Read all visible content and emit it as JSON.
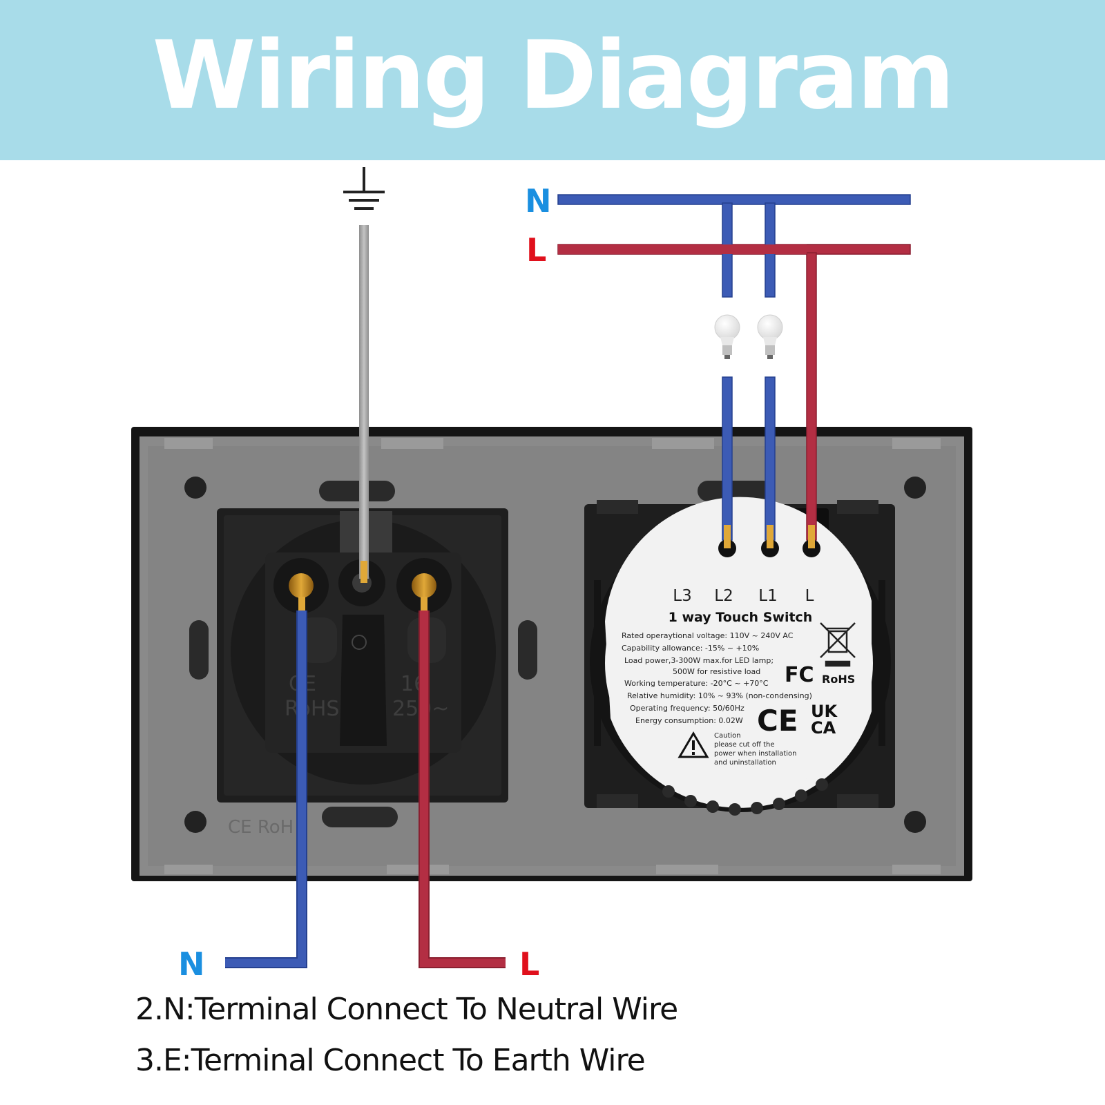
{
  "title": "Wiring Diagram",
  "supply": {
    "neutral_label": "N",
    "live_label": "L"
  },
  "socket_feed": {
    "neutral_label": "N",
    "live_label": "L"
  },
  "switch_label": {
    "terminals": [
      "L3",
      "L2",
      "L1",
      "L"
    ],
    "name": "1 way Touch Switch",
    "specs": [
      "Rated operaytional voltage: 110V ~ 240V AC",
      "Capability allowance: -15%  ~ +10%",
      "Load power,3-300W max.for LED lamp;",
      "500W for resistive load",
      "Working temperature: -20°C ~ +70°C",
      "Relative humidity: 10% ~ 93% (non-condensing)",
      "Operating frequency: 50/60Hz",
      "Energy consumption: 0.02W"
    ],
    "caution": [
      "Caution",
      "please cut off the",
      "power when installation",
      "and uninstallation"
    ],
    "marks": {
      "fc": "FC",
      "rohs": "RoHS",
      "ce": "CE",
      "ukca_top": "UK",
      "ukca_bottom": "CA"
    }
  },
  "socket_marks": {
    "left_top": "CE",
    "left_bottom": "RoHS",
    "right_top": "16",
    "right_bottom": "250~",
    "frame": "CE RoH"
  },
  "notes": [
    "2.N:Terminal Connect To Neutral Wire",
    "3.E:Terminal Connect To Earth Wire"
  ],
  "colors": {
    "banner": "#a8dce9",
    "neutral": "#3c5bb5",
    "live": "#b32e43",
    "earth": "#aaaaaa",
    "label_blue": "#1a8fe0",
    "label_red": "#e0101c"
  },
  "icons": [
    "ground-symbol-icon",
    "light-bulb-icon",
    "weee-bin-icon",
    "warning-icon"
  ]
}
